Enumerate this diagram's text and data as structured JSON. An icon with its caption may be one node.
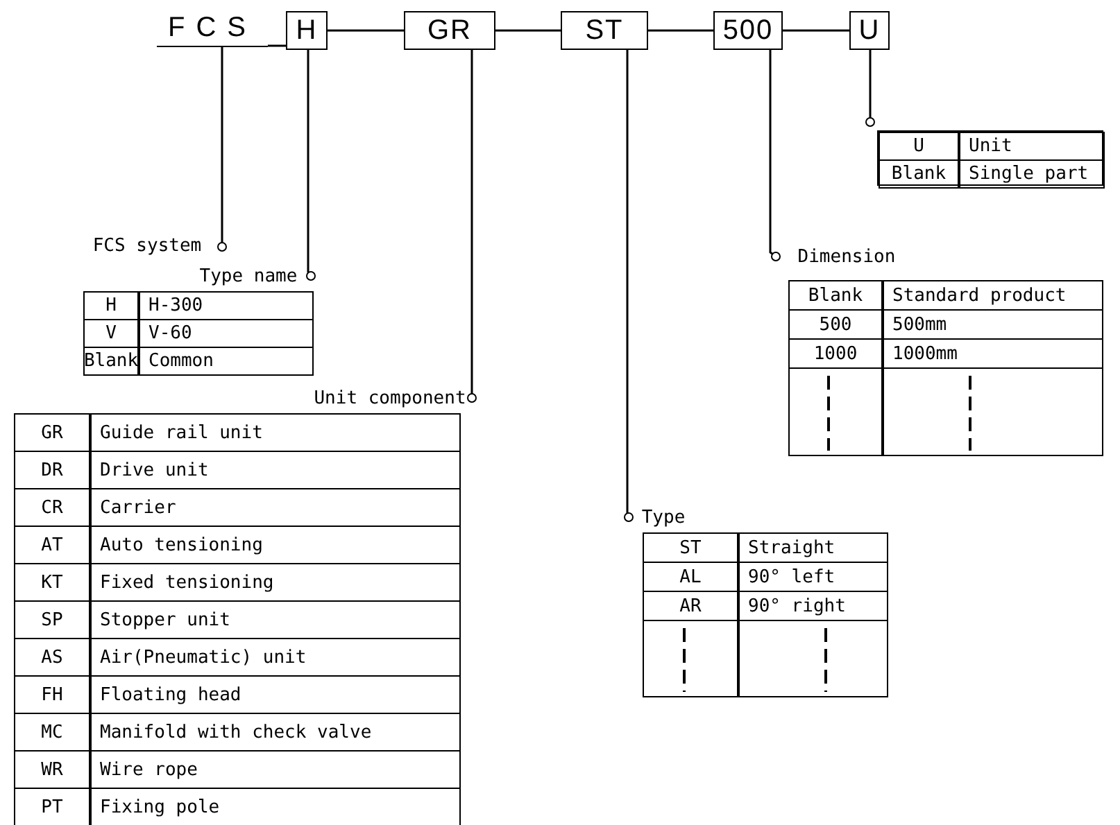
{
  "diagram": {
    "nodes": [
      {
        "text": [
          "FCS"
        ]
      },
      {
        "text": [
          "H"
        ]
      },
      {
        "text": [
          "GR"
        ]
      },
      {
        "text": [
          "ST"
        ]
      },
      {
        "text": [
          "500"
        ]
      },
      {
        "text": [
          "U"
        ]
      },
      {
        "text": [
          "FCS system"
        ]
      },
      {
        "text": [
          "Type name"
        ]
      },
      {
        "text": [
          "Unit component"
        ]
      },
      {
        "text": [
          "Type"
        ]
      },
      {
        "text": [
          "Dimension"
        ]
      },
      {
        "text": [
          "U",
          "Unit",
          "Blank",
          "Single part"
        ]
      }
    ],
    "edges": [
      {
        "from": 0,
        "to": 1,
        "arrow": "none"
      },
      {
        "from": 1,
        "to": 2,
        "arrow": "none"
      },
      {
        "from": 2,
        "to": 3,
        "arrow": "none"
      },
      {
        "from": 3,
        "to": 4,
        "arrow": "none"
      },
      {
        "from": 4,
        "to": 5,
        "arrow": "none"
      },
      {
        "from": 0,
        "to": 6,
        "arrow": "other"
      },
      {
        "from": 1,
        "to": 7,
        "arrow": "other"
      },
      {
        "from": 2,
        "to": 8,
        "arrow": "other"
      },
      {
        "from": 3,
        "to": 9,
        "arrow": "other"
      },
      {
        "from": 4,
        "to": 10,
        "arrow": "other"
      },
      {
        "from": 5,
        "to": 11,
        "arrow": "other"
      }
    ],
    "labels": [
      "H",
      "H-300",
      "V",
      "V-60",
      "Blank",
      "Common",
      "Blank",
      "Standard product",
      "500",
      "500mm",
      "1000",
      "1000mm",
      "GR",
      "Guide rail unit",
      "DR",
      "Drive unit",
      "CR",
      "Carrier",
      "AT",
      "Auto tensioning",
      "KT",
      "Fixed tensioning",
      "SP",
      "Stopper unit",
      "AS",
      "Air(Pneumatic) unit",
      "FH",
      "Floating head",
      "MC",
      "Manifold with check valve",
      "WR",
      "Wire rope",
      "PT",
      "Fixing pole",
      "ST",
      "Straight",
      "AL",
      "90° left",
      "AR",
      "90° right"
    ]
  }
}
